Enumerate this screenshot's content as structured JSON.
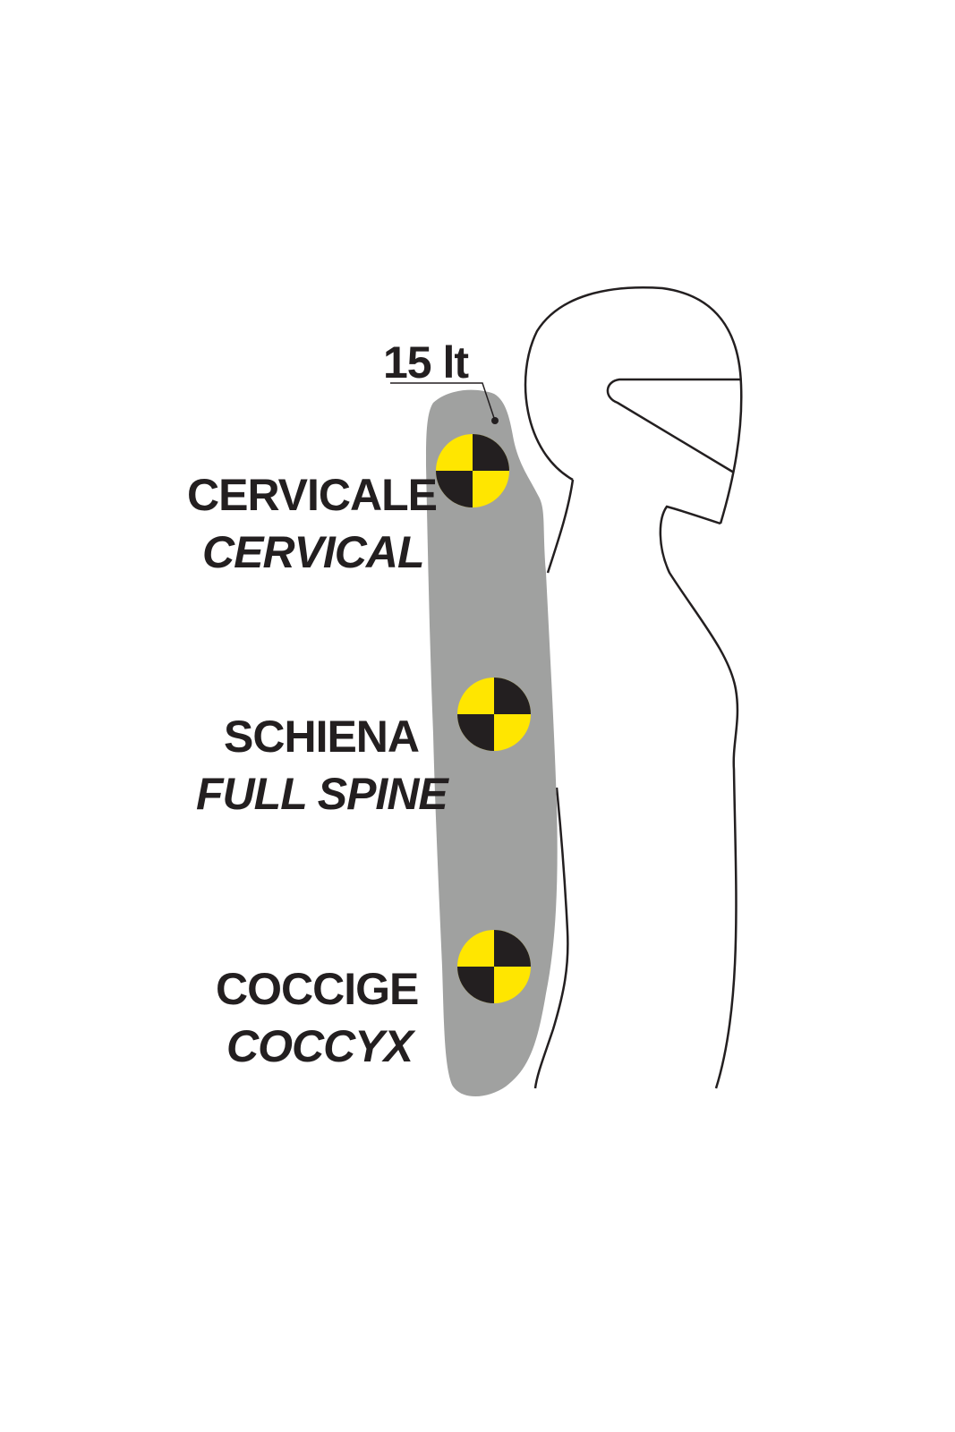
{
  "capacity": "15 lt",
  "zones": [
    {
      "label_it": "CERVICALE",
      "label_en": "CERVICAL"
    },
    {
      "label_it": "SCHIENA",
      "label_en": "FULL SPINE"
    },
    {
      "label_it": "COCCIGE",
      "label_en": "COCCYX"
    }
  ],
  "colors": {
    "background": "#ffffff",
    "protector": "#a0a1a0",
    "text": "#231f20",
    "marker_yellow": "#ffe600",
    "marker_dark": "#231f20",
    "outline": "#231f20"
  },
  "icons": {
    "marker": "crash-test-marker-icon",
    "figure": "rider-silhouette-icon"
  }
}
